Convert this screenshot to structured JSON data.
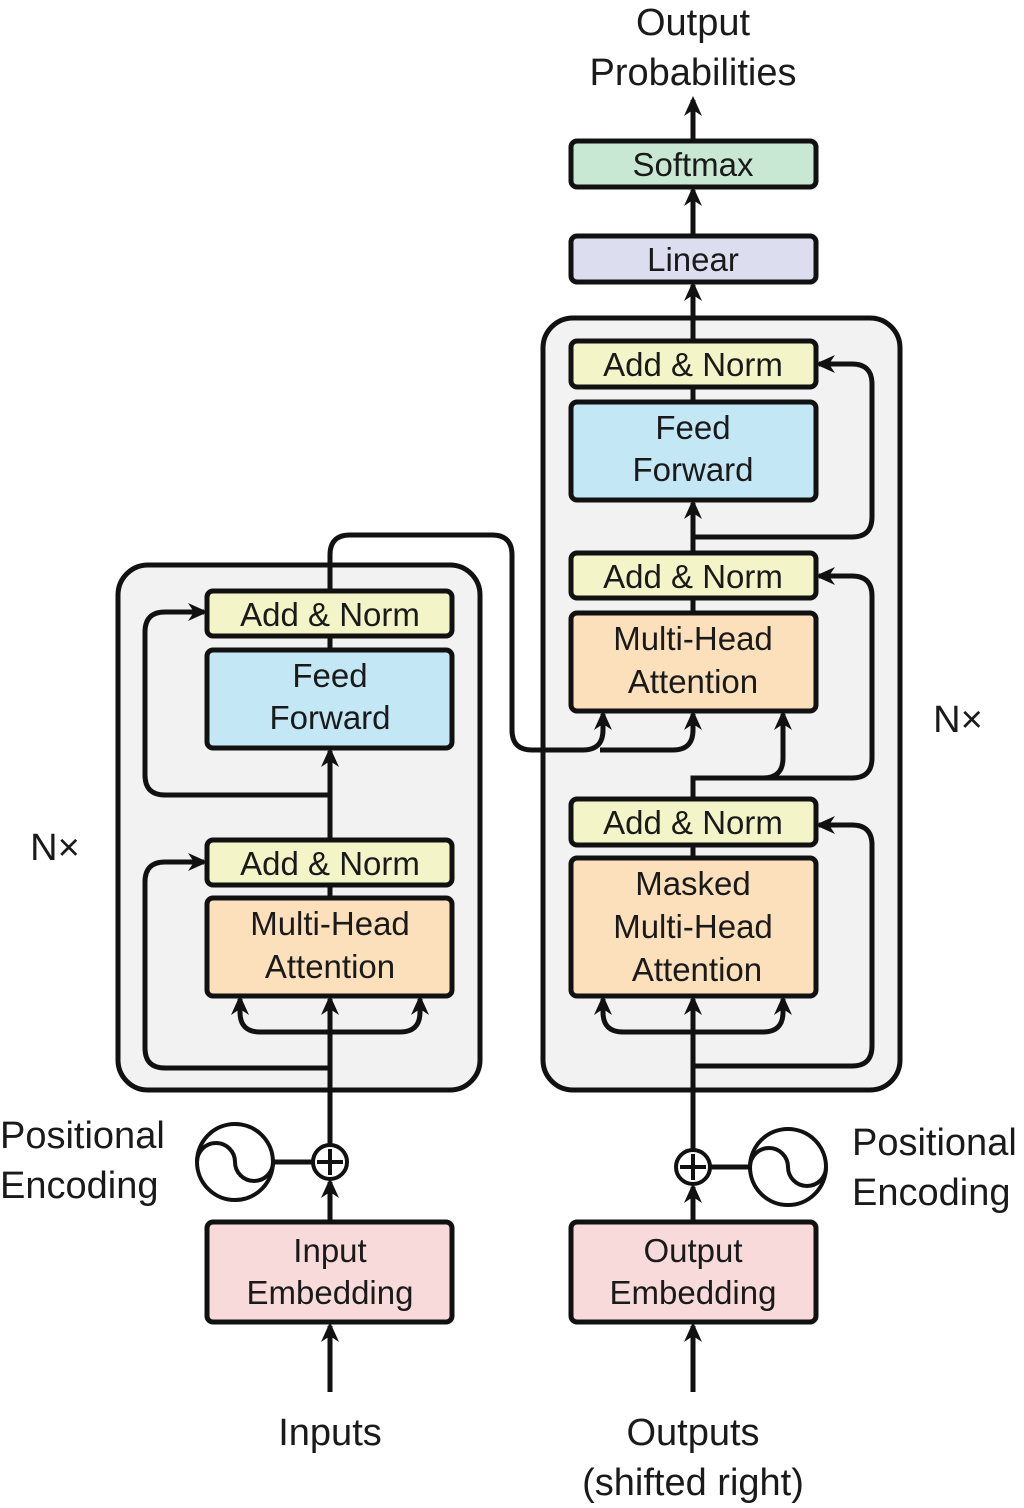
{
  "colors": {
    "add_norm": "#f3f5c9",
    "feed_forward": "#c4e7f6",
    "attention": "#fce0bc",
    "embedding": "#f9dadb",
    "linear": "#dcdef0",
    "softmax": "#c9e8d3",
    "container": "#f2f2f2"
  },
  "output_label": [
    "Output",
    "Probabilities"
  ],
  "decoder": {
    "softmax": "Softmax",
    "linear": "Linear",
    "add_norm_3": "Add & Norm",
    "feed_forward": [
      "Feed",
      "Forward"
    ],
    "add_norm_2": "Add & Norm",
    "cross_attention": [
      "Multi-Head",
      "Attention"
    ],
    "add_norm_1": "Add & Norm",
    "masked_attention": [
      "Masked",
      "Multi-Head",
      "Attention"
    ],
    "repeat": "N×",
    "embedding": [
      "Output",
      "Embedding"
    ],
    "positional_encoding": [
      "Positional",
      "Encoding"
    ],
    "input_label": [
      "Outputs",
      "(shifted right)"
    ]
  },
  "encoder": {
    "add_norm_2": "Add & Norm",
    "feed_forward": [
      "Feed",
      "Forward"
    ],
    "add_norm_1": "Add & Norm",
    "attention": [
      "Multi-Head",
      "Attention"
    ],
    "repeat": "N×",
    "embedding": [
      "Input",
      "Embedding"
    ],
    "positional_encoding": [
      "Positional",
      "Encoding"
    ],
    "input_label": "Inputs"
  }
}
